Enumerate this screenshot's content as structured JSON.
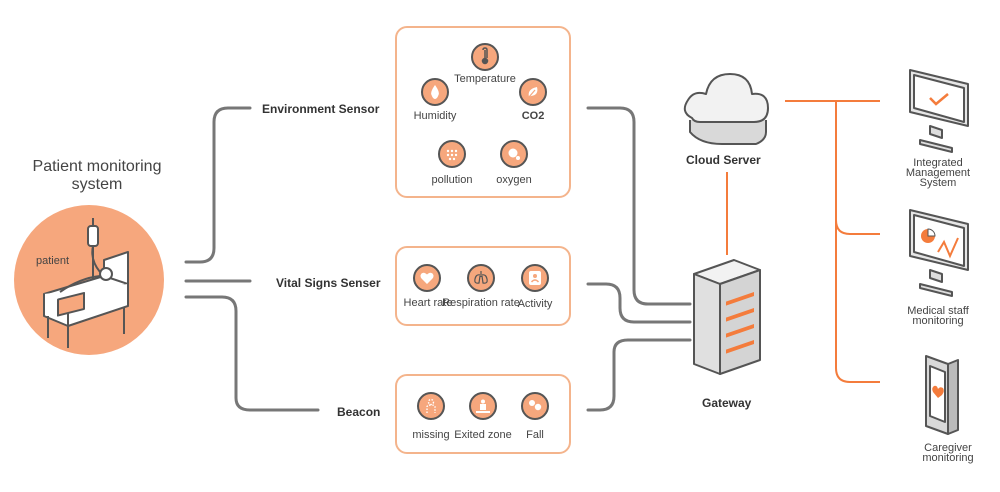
{
  "title": "Patient monitoring system",
  "patient_label": "patient",
  "env": {
    "label": "Environment Sensor",
    "temperature": "Temperature",
    "humidity": "Humidity",
    "co2": "CO2",
    "pollution": "pollution",
    "oxygen": "oxygen"
  },
  "vital": {
    "label": "Vital Signs Senser",
    "heart": "Heart rate",
    "respiration": "Respiration rate",
    "activity": "Activity"
  },
  "beacon": {
    "label": "Beacon",
    "missing": "missing",
    "exited": "Exited zone",
    "fall": "Fall"
  },
  "cloud_label": "Cloud Server",
  "gateway_label": "Gateway",
  "outputs": {
    "integrated": "Integrated Management System",
    "medical": "Medical staff monitoring",
    "caregiver": "Caregiver monitoring"
  },
  "colors": {
    "accent": "#f47c3c",
    "soft": "#f6a77d",
    "border": "#f4b48c",
    "line": "#777777"
  }
}
